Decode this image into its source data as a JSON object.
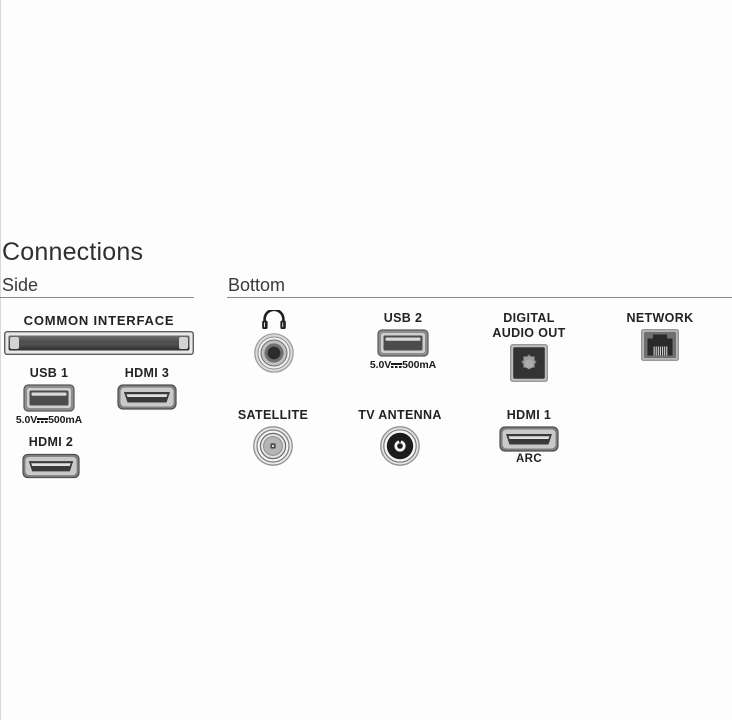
{
  "diagram": {
    "title": "Connections",
    "sections": [
      {
        "id": "side",
        "heading": "Side"
      },
      {
        "id": "bottom",
        "heading": "Bottom"
      }
    ],
    "side_ports": [
      {
        "label": "COMMON INTERFACE",
        "icon": "ci-slot-icon",
        "power": ""
      },
      {
        "label": "USB 1",
        "icon": "usb-port-icon",
        "power": "5.0V 500mA",
        "power_prefix": "5.0V",
        "power_suffix": "500mA"
      },
      {
        "label": "HDMI 3",
        "icon": "hdmi-port-icon",
        "power": ""
      },
      {
        "label": "HDMI 2",
        "icon": "hdmi-port-icon",
        "power": ""
      }
    ],
    "bottom_ports": [
      {
        "label": "",
        "icon": "headphone-jack-icon",
        "glyph_label": "headphones-icon",
        "power": ""
      },
      {
        "label": "USB 2",
        "icon": "usb-port-icon",
        "power_prefix": "5.0V",
        "power_suffix": "500mA"
      },
      {
        "label": "DIGITAL AUDIO OUT",
        "label_line1": "DIGITAL",
        "label_line2": "AUDIO OUT",
        "icon": "optical-audio-port-icon",
        "power": ""
      },
      {
        "label": "NETWORK",
        "icon": "rj45-port-icon",
        "power": ""
      },
      {
        "label": "SATELLITE",
        "icon": "f-connector-icon",
        "power": ""
      },
      {
        "label": "TV ANTENNA",
        "icon": "coax-connector-icon",
        "power": ""
      },
      {
        "label": "HDMI 1",
        "sublabel": "ARC",
        "icon": "hdmi-port-icon",
        "power": ""
      }
    ],
    "colors": {
      "background": "#fdfdfd",
      "text": "#232323",
      "title_text": "#2f2f2f",
      "rule": "#8a8a8a",
      "connector_dark": "#3b3b3b",
      "connector_mid": "#6e6e6e",
      "connector_light": "#bdbdbd"
    }
  }
}
